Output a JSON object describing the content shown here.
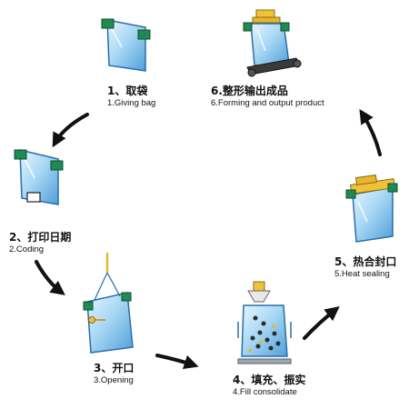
{
  "steps": [
    {
      "id": 1,
      "cn": "1、取袋",
      "en": "1.Giving bag",
      "icon": "bag-hanging-icon"
    },
    {
      "id": 2,
      "cn": "2、打印日期",
      "en": "2.Coding",
      "icon": "bag-coding-icon"
    },
    {
      "id": 3,
      "cn": "3、开口",
      "en": "3.Opening",
      "icon": "bag-opening-icon"
    },
    {
      "id": 4,
      "cn": "4、填充、振实",
      "en": "4.Fill consolidate",
      "icon": "bag-filling-icon"
    },
    {
      "id": 5,
      "cn": "5、热合封口",
      "en": "5.Heat sealing",
      "icon": "bag-sealing-icon"
    },
    {
      "id": 6,
      "cn": "6.整形输出成品",
      "en": "6.Forming and output product",
      "icon": "bag-output-conveyor-icon"
    }
  ],
  "colors": {
    "bag_fill": "#a9d8f5",
    "bag_edge": "#2a6ea8",
    "clip": "#1f8a52",
    "sealer": "#f0c23a",
    "arrow": "#111111",
    "conveyor": "#2b2b2b"
  }
}
